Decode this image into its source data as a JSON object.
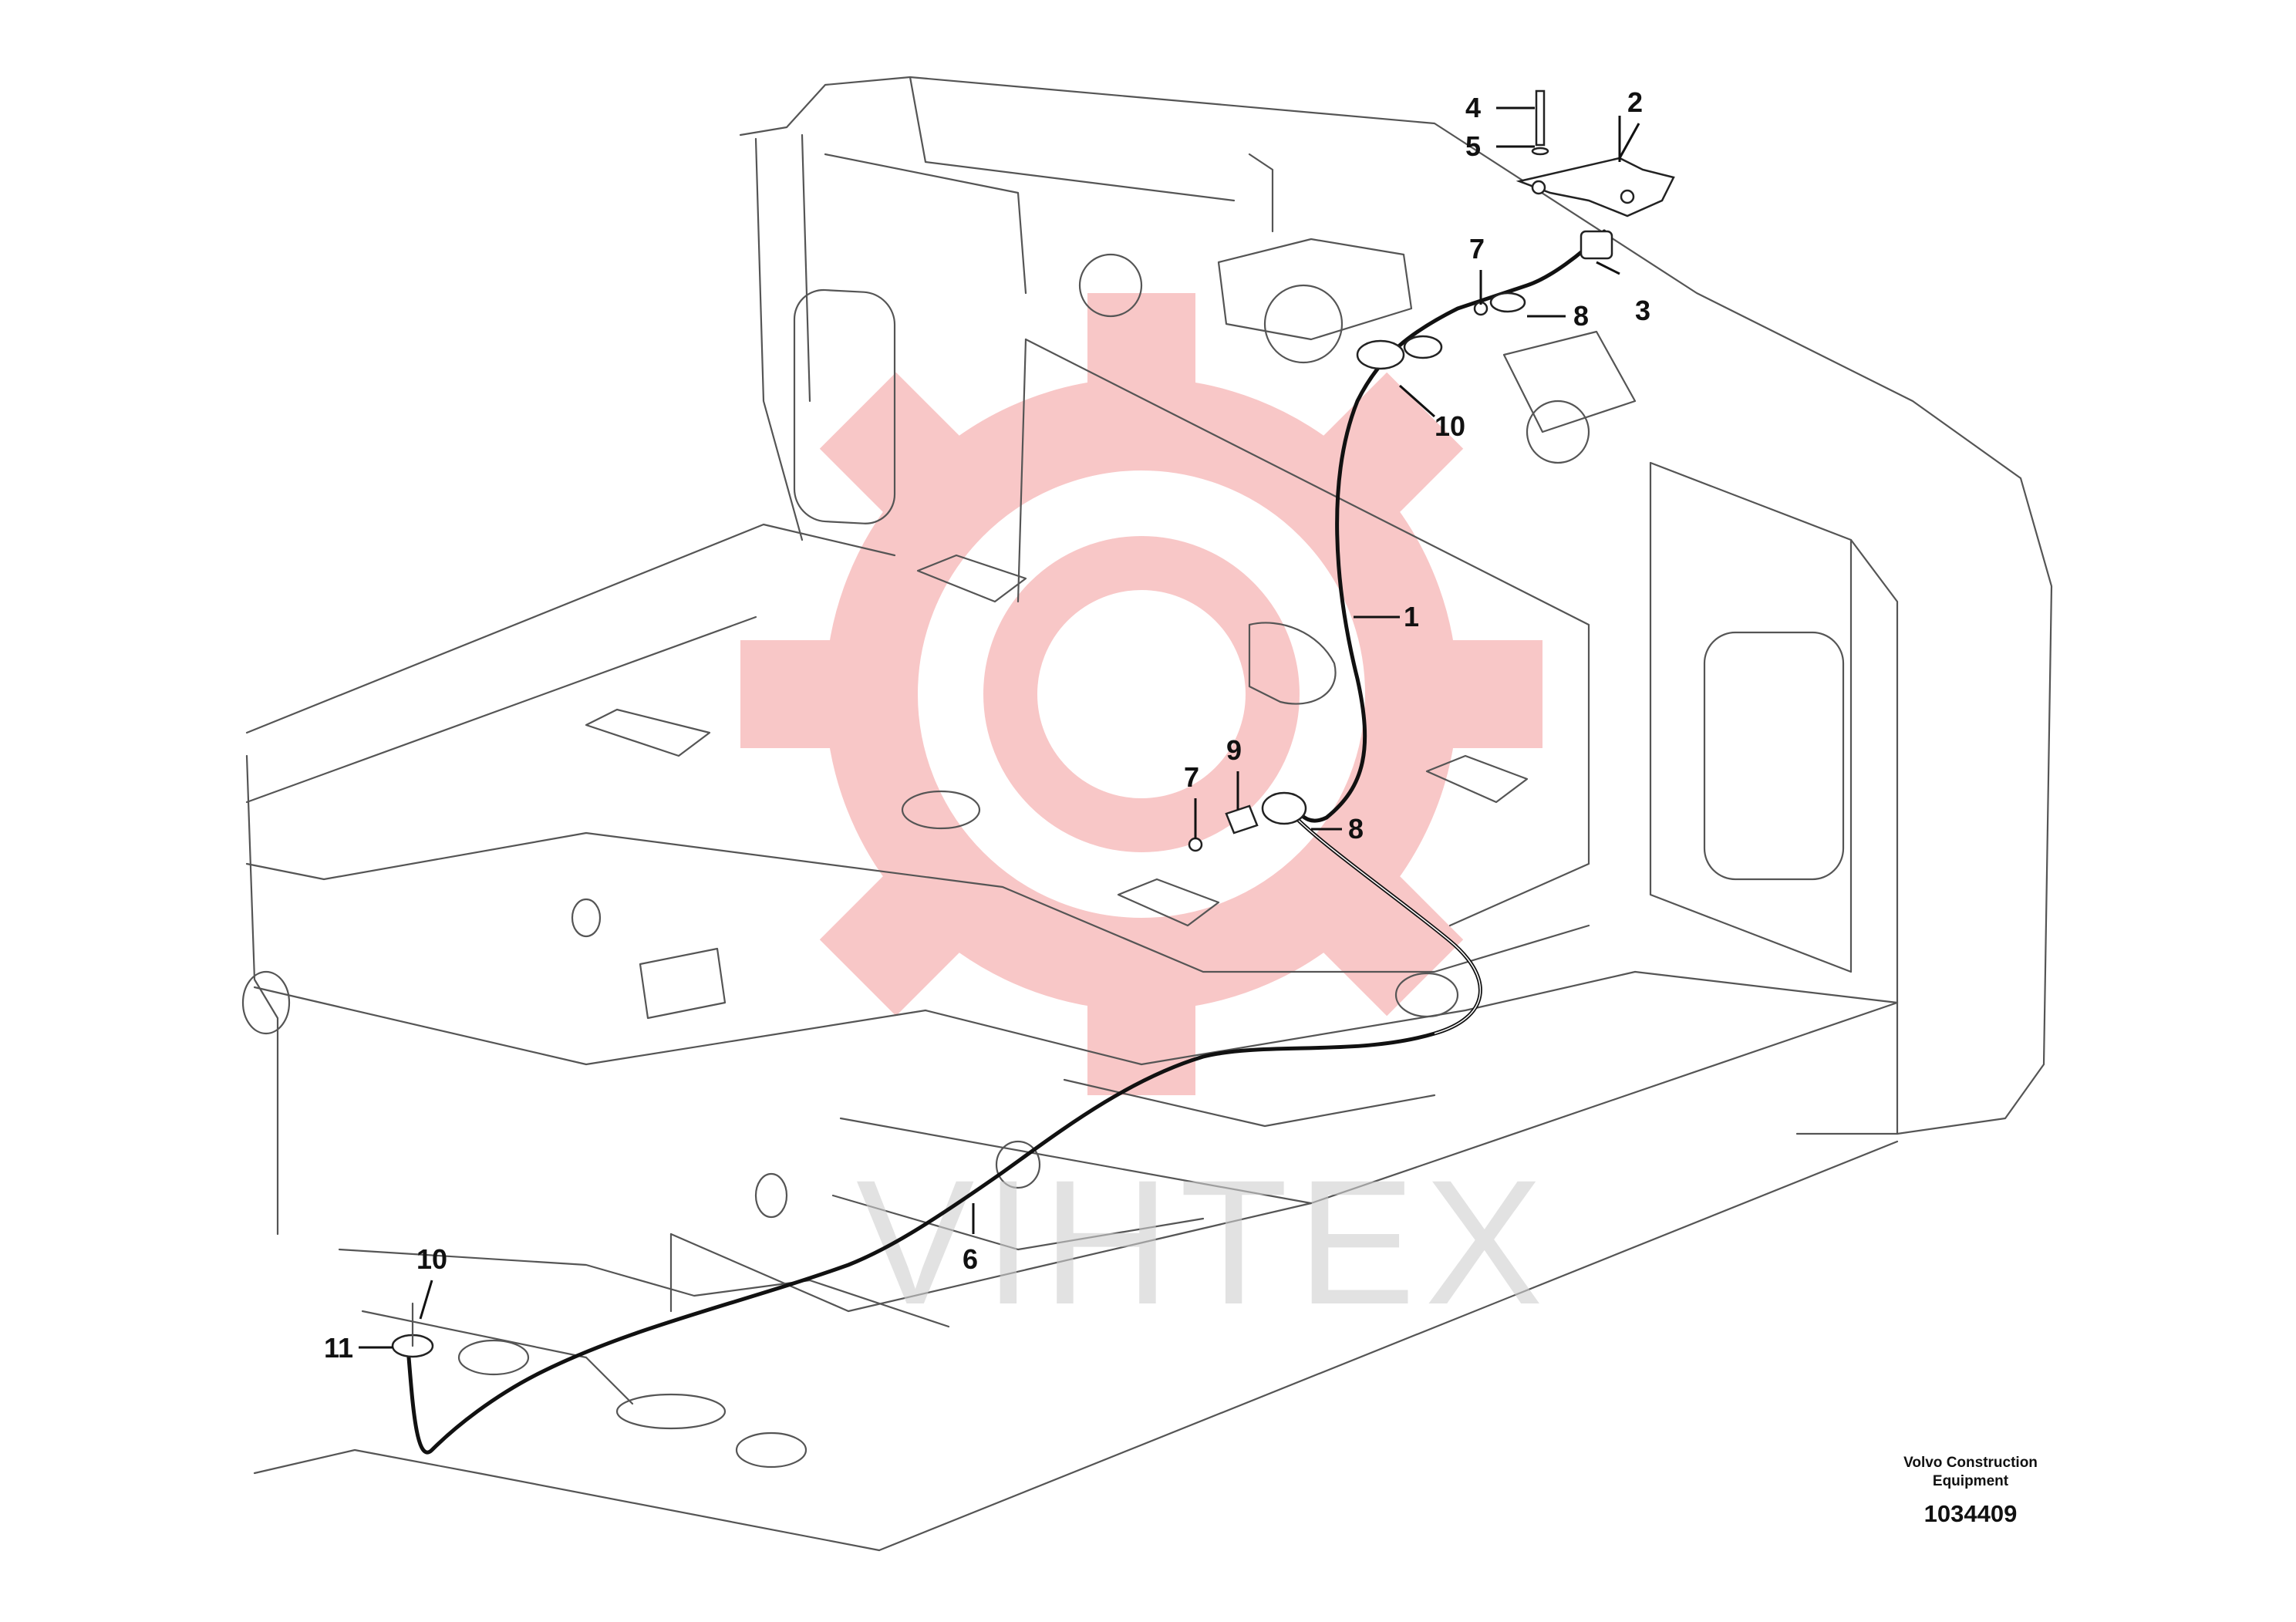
{
  "callouts": [
    {
      "id": "1",
      "label": "1"
    },
    {
      "id": "2",
      "label": "2"
    },
    {
      "id": "3",
      "label": "3"
    },
    {
      "id": "4",
      "label": "4"
    },
    {
      "id": "5",
      "label": "5"
    },
    {
      "id": "6",
      "label": "6"
    },
    {
      "id": "7a",
      "label": "7"
    },
    {
      "id": "7b",
      "label": "7"
    },
    {
      "id": "8a",
      "label": "8"
    },
    {
      "id": "8b",
      "label": "8"
    },
    {
      "id": "9",
      "label": "9"
    },
    {
      "id": "10a",
      "label": "10"
    },
    {
      "id": "10b",
      "label": "10"
    },
    {
      "id": "11",
      "label": "11"
    }
  ],
  "caption": {
    "company_line1": "Volvo Construction",
    "company_line2": "Equipment",
    "doc_number": "1034409"
  },
  "watermark": {
    "text": "VIHTEX",
    "gear_color": "#f7c8c8",
    "text_color": "#dcdcdc"
  },
  "colors": {
    "line": "#555555",
    "cable": "#111111",
    "background": "#ffffff"
  }
}
